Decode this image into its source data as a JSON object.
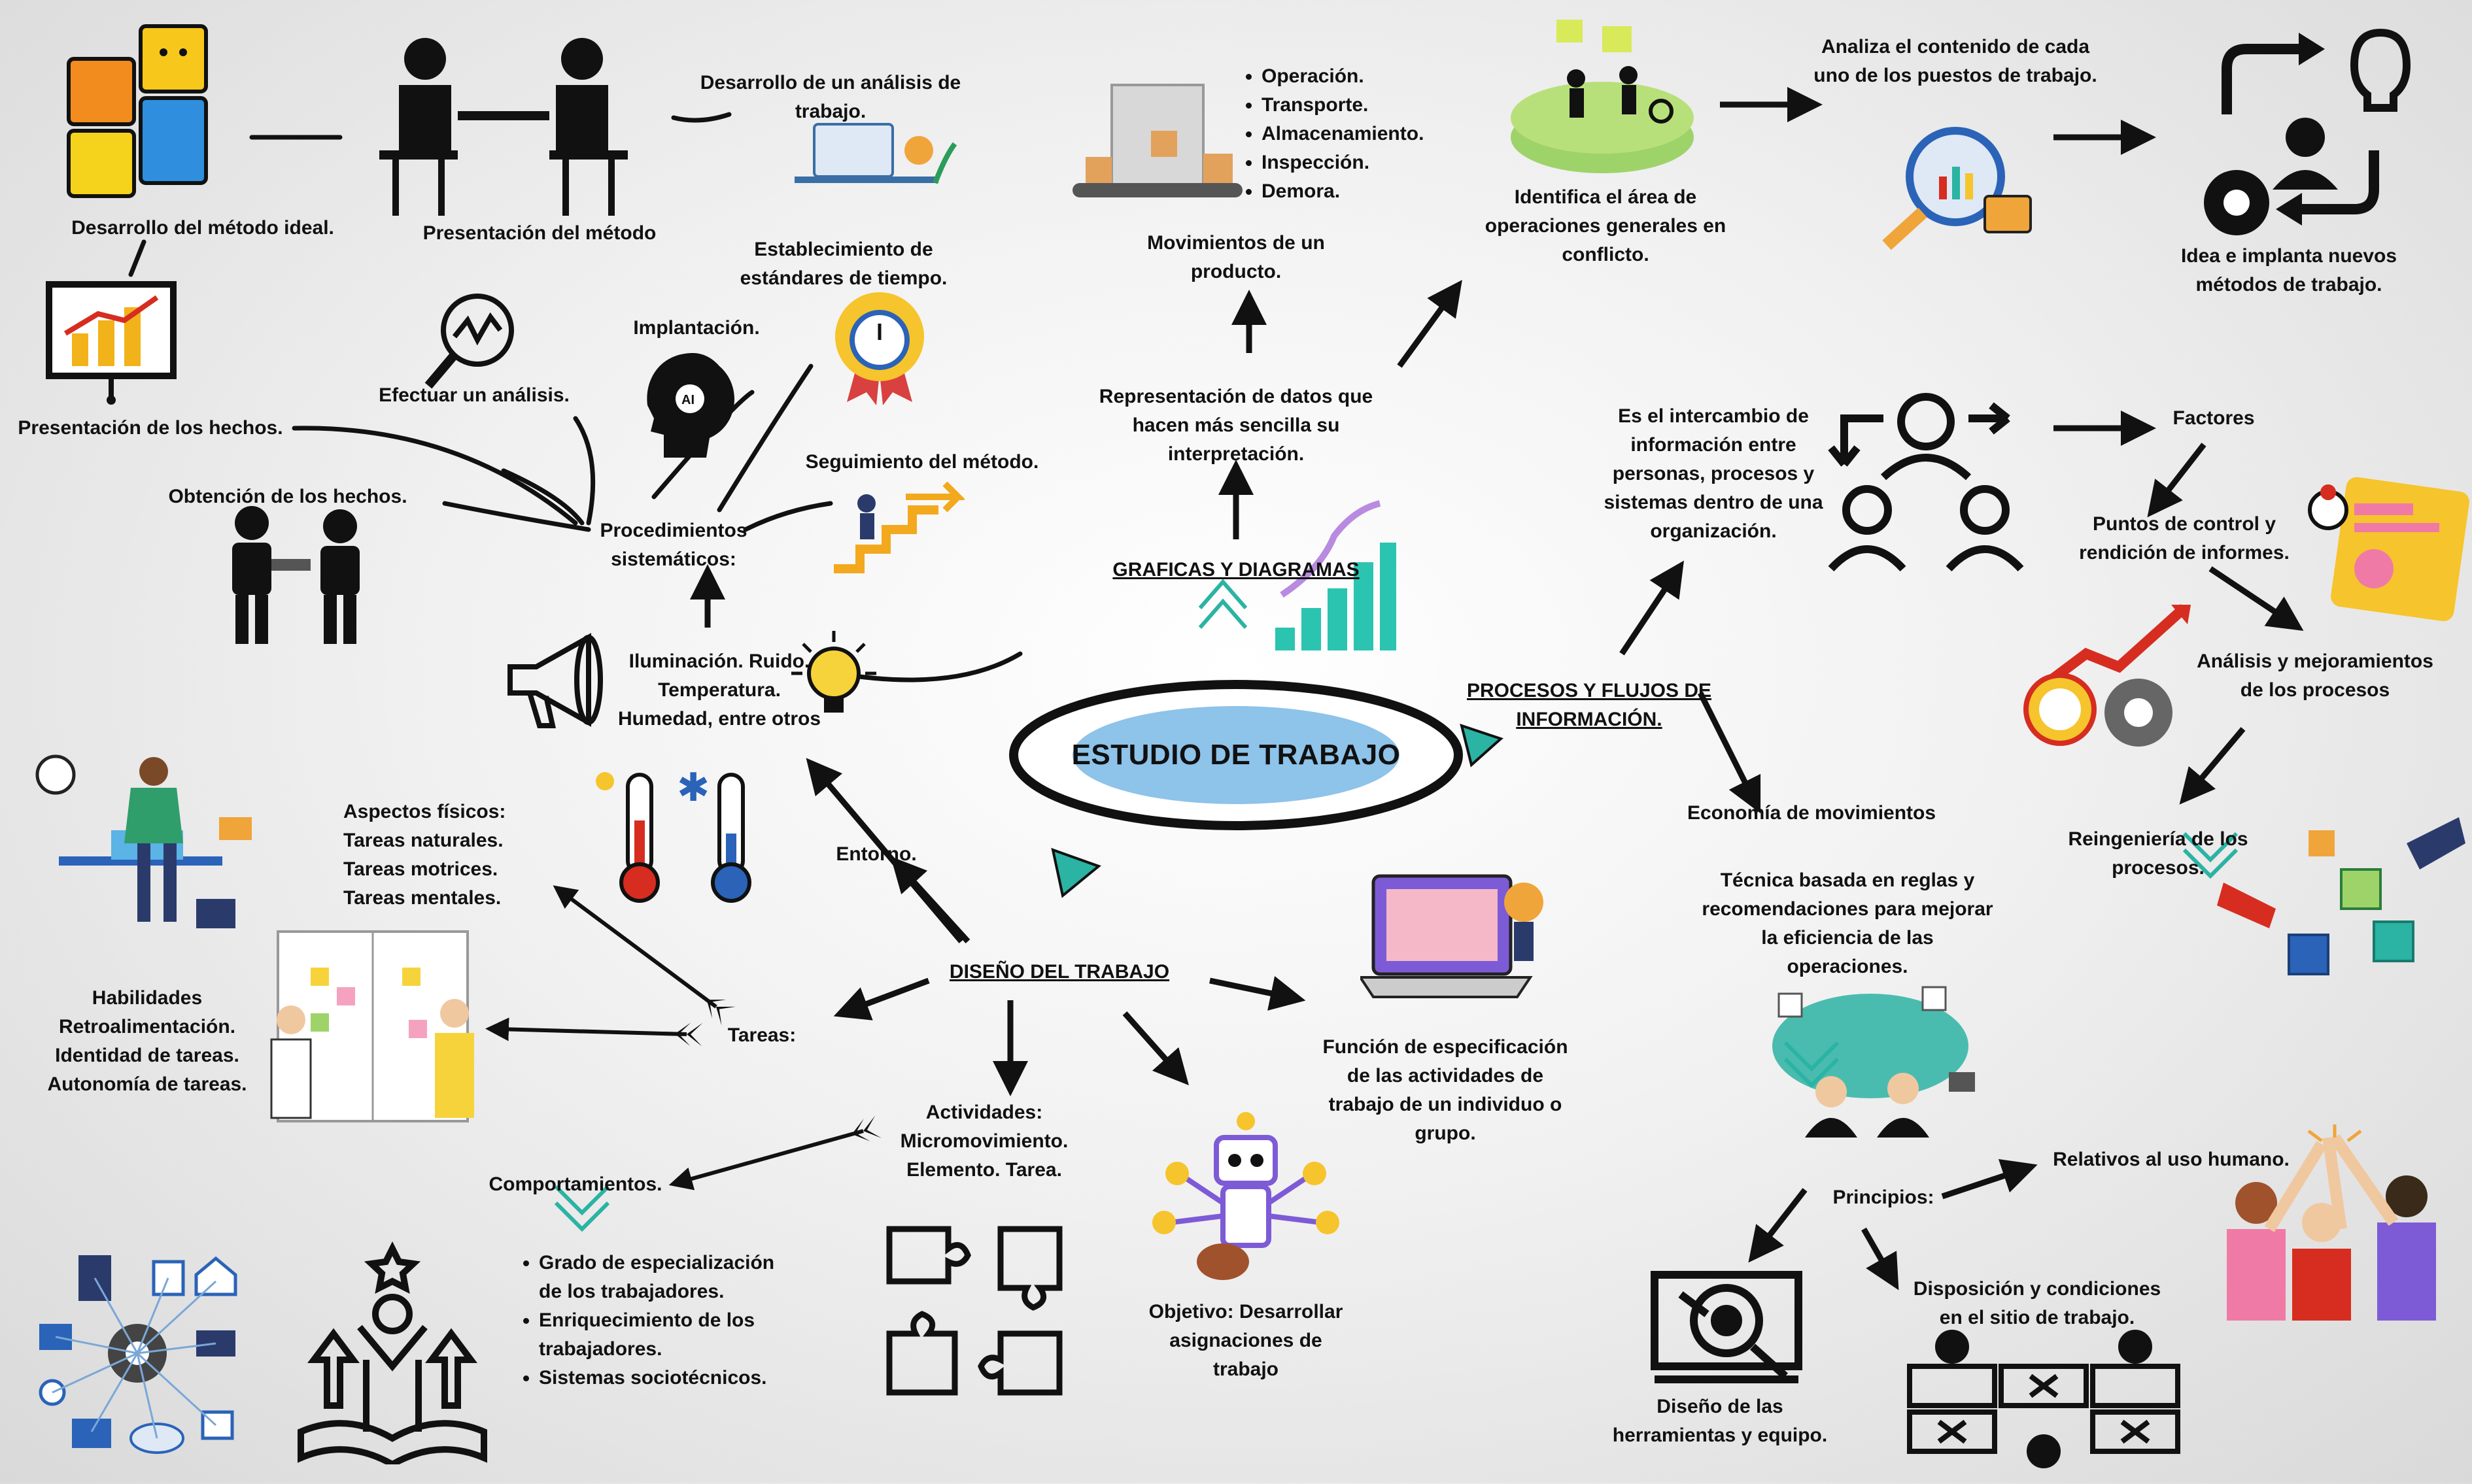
{
  "title": "ESTUDIO DE TRABAJO",
  "left": {
    "desarrollo_ideal": "Desarrollo del método ideal.",
    "presentacion_metodo": "Presentación del método",
    "desarrollo_analisis": "Desarrollo de un análisis de trabajo.",
    "establecimiento": "Establecimiento de estándares de tiempo.",
    "implantacion": "Implantación.",
    "efectuar": "Efectuar un análisis.",
    "presentacion_hechos": "Presentación de los hechos.",
    "seguimiento": "Seguimiento del método.",
    "obtencion": "Obtención de los hechos.",
    "procedimientos": "Procedimientos sistemáticos:",
    "entorno_items": "Iluminación. Ruido. Temperatura. Humedad, entre otros",
    "entorno": "Entorno.",
    "aspectos": "Aspectos físicos: Tareas naturales. Tareas motrices. Tareas mentales.",
    "habilidades": "Habilidades Retroalimentación. Identidad de tareas. Autonomía de tareas.",
    "tareas": "Tareas:",
    "diseno": "DISEÑO DEL TRABAJO",
    "actividades": "Actividades: Micromovimiento. Elemento. Tarea.",
    "comportamientos": "Comportamientos.",
    "comportamientos_items": [
      "Grado de especialización de los trabajadores.",
      "Enriquecimiento de los trabajadores.",
      "Sistemas sociotécnicos."
    ],
    "funcion": "Función de especificación de las actividades de trabajo de un individuo o grupo.",
    "objetivo": "Objetivo: Desarrollar asignaciones de trabajo"
  },
  "top": {
    "movimientos_items": [
      "Operación.",
      "Transporte.",
      "Almacenamiento.",
      "Inspección.",
      "Demora."
    ],
    "movimientos": "Movimientos de un producto.",
    "representacion": "Representación de datos que hacen más sencilla su interpretación.",
    "graficas": "GRAFICAS Y DIAGRAMAS"
  },
  "right": {
    "identifica": "Identifica el área de operaciones generales en conflicto.",
    "analiza": "Analiza el contenido de cada uno de los puestos de trabajo.",
    "idea": "Idea e implanta nuevos métodos de trabajo.",
    "intercambio": "Es el intercambio de información entre personas, procesos y sistemas dentro de una organización.",
    "factores": "Factores",
    "puntos": "Puntos de control y rendición de informes.",
    "analisis_mej": "Análisis y mejoramientos de los procesos",
    "procesos": "PROCESOS Y FLUJOS DE INFORMACIÓN.",
    "economia": "Economía de movimientos",
    "tecnica": "Técnica basada en reglas y recomendaciones para mejorar la eficiencia de las operaciones.",
    "reingenieria": "Reingeniería de los procesos.",
    "principios": "Principios:",
    "relativos": "Relativos al uso humano.",
    "disposicion": "Disposición y condiciones en el sitio de trabajo.",
    "diseno_herr": "Diseño de las herramientas y equipo."
  },
  "colors": {
    "title_bg": "#7ab8e6",
    "arrow": "#111111",
    "accent_teal": "#2bb3a3"
  }
}
